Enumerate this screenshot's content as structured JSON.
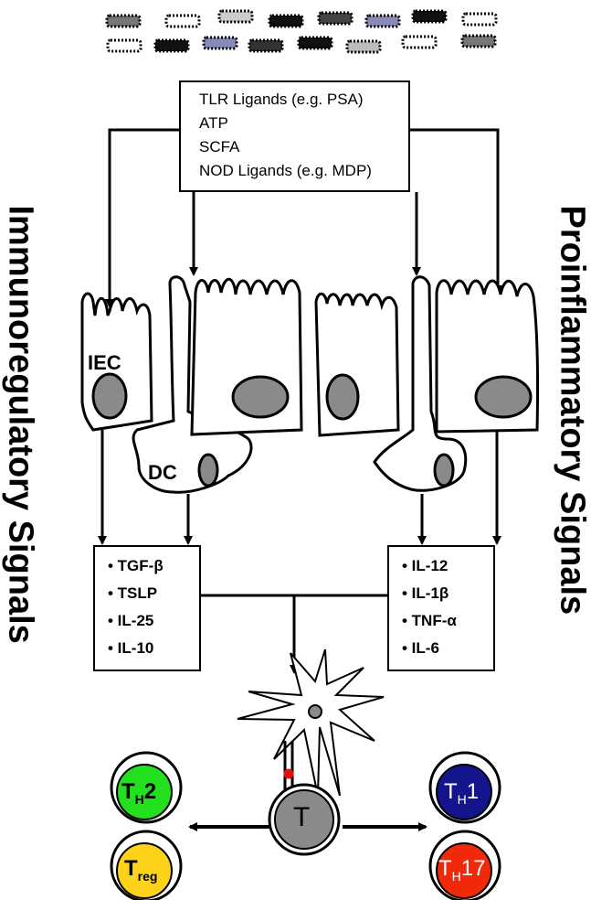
{
  "ligand_box": {
    "items": [
      "TLR Ligands (e.g. PSA)",
      "ATP",
      "SCFA",
      "NOD Ligands (e.g. MDP)"
    ]
  },
  "labels": {
    "left_side": "Immunoregulatory Signals",
    "right_side": "Proinflammatory Signals",
    "iec": "IEC",
    "dc": "DC",
    "t_cell": "T"
  },
  "cytokines_left": [
    "• TGF-β",
    "• TSLP",
    "• IL-25",
    "• IL-10"
  ],
  "cytokines_right": [
    "• IL-12",
    "• IL-1β",
    "• TNF-α",
    "• IL-6"
  ],
  "t_subsets": {
    "th2": {
      "main": "T",
      "sub": "H",
      "suffix": "2",
      "color": "#22e01e"
    },
    "treg": {
      "main": "T",
      "sub": "reg",
      "suffix": "",
      "color": "#ffd21a"
    },
    "th1": {
      "main": "T",
      "sub": "H",
      "suffix": "1",
      "color": "#14148c"
    },
    "th17": {
      "main": "T",
      "sub": "H",
      "suffix": "17",
      "color": "#f2280a"
    }
  },
  "colors": {
    "nucleus": "#8a8a8a",
    "bacteria_dark": "#222222",
    "bacteria_gray": "#888888",
    "bacteria_light": "#cccccc",
    "bacteria_blue": "#9090b8"
  }
}
